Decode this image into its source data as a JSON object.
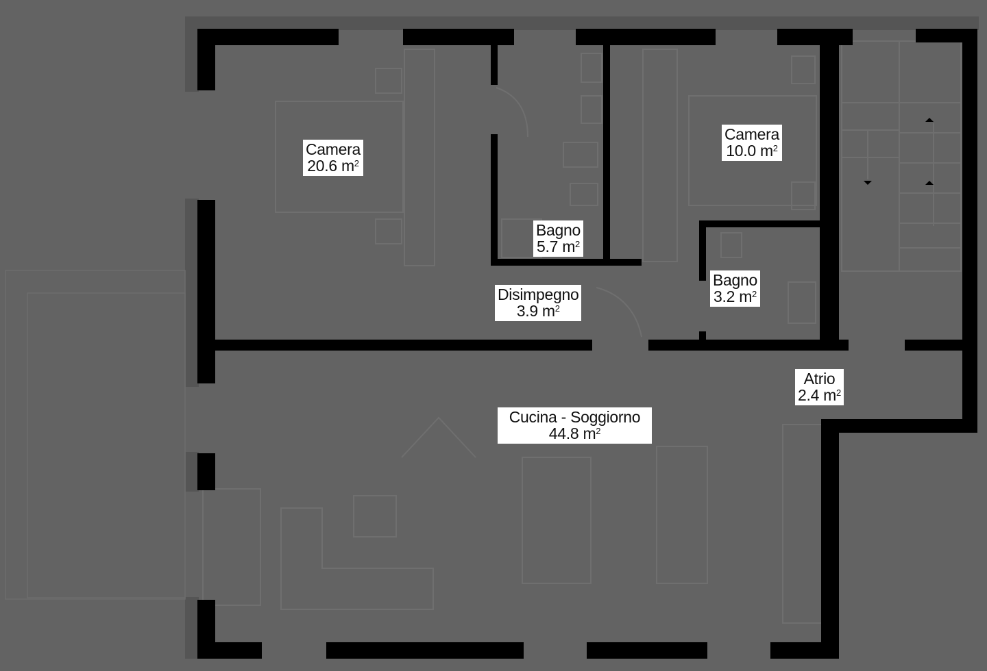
{
  "colors": {
    "background": "#636363",
    "wall": "#000000",
    "furniture_line": "#6e6e6e",
    "label_bg": "#ffffff",
    "label_text": "#111111"
  },
  "rooms": [
    {
      "name": "Camera",
      "area": "20.6",
      "unit": "m",
      "exp": "2"
    },
    {
      "name": "Bagno",
      "area": "5.7",
      "unit": "m",
      "exp": "2"
    },
    {
      "name": "Camera",
      "area": "10.0",
      "unit": "m",
      "exp": "2"
    },
    {
      "name": "Disimpegno",
      "area": "3.9",
      "unit": "m",
      "exp": "2"
    },
    {
      "name": "Bagno",
      "area": "3.2",
      "unit": "m",
      "exp": "2"
    },
    {
      "name": "Atrio",
      "area": "2.4",
      "unit": "m",
      "exp": "2"
    },
    {
      "name": "Cucina - Soggiorno",
      "area": "44.8",
      "unit": "m",
      "exp": "2"
    }
  ]
}
